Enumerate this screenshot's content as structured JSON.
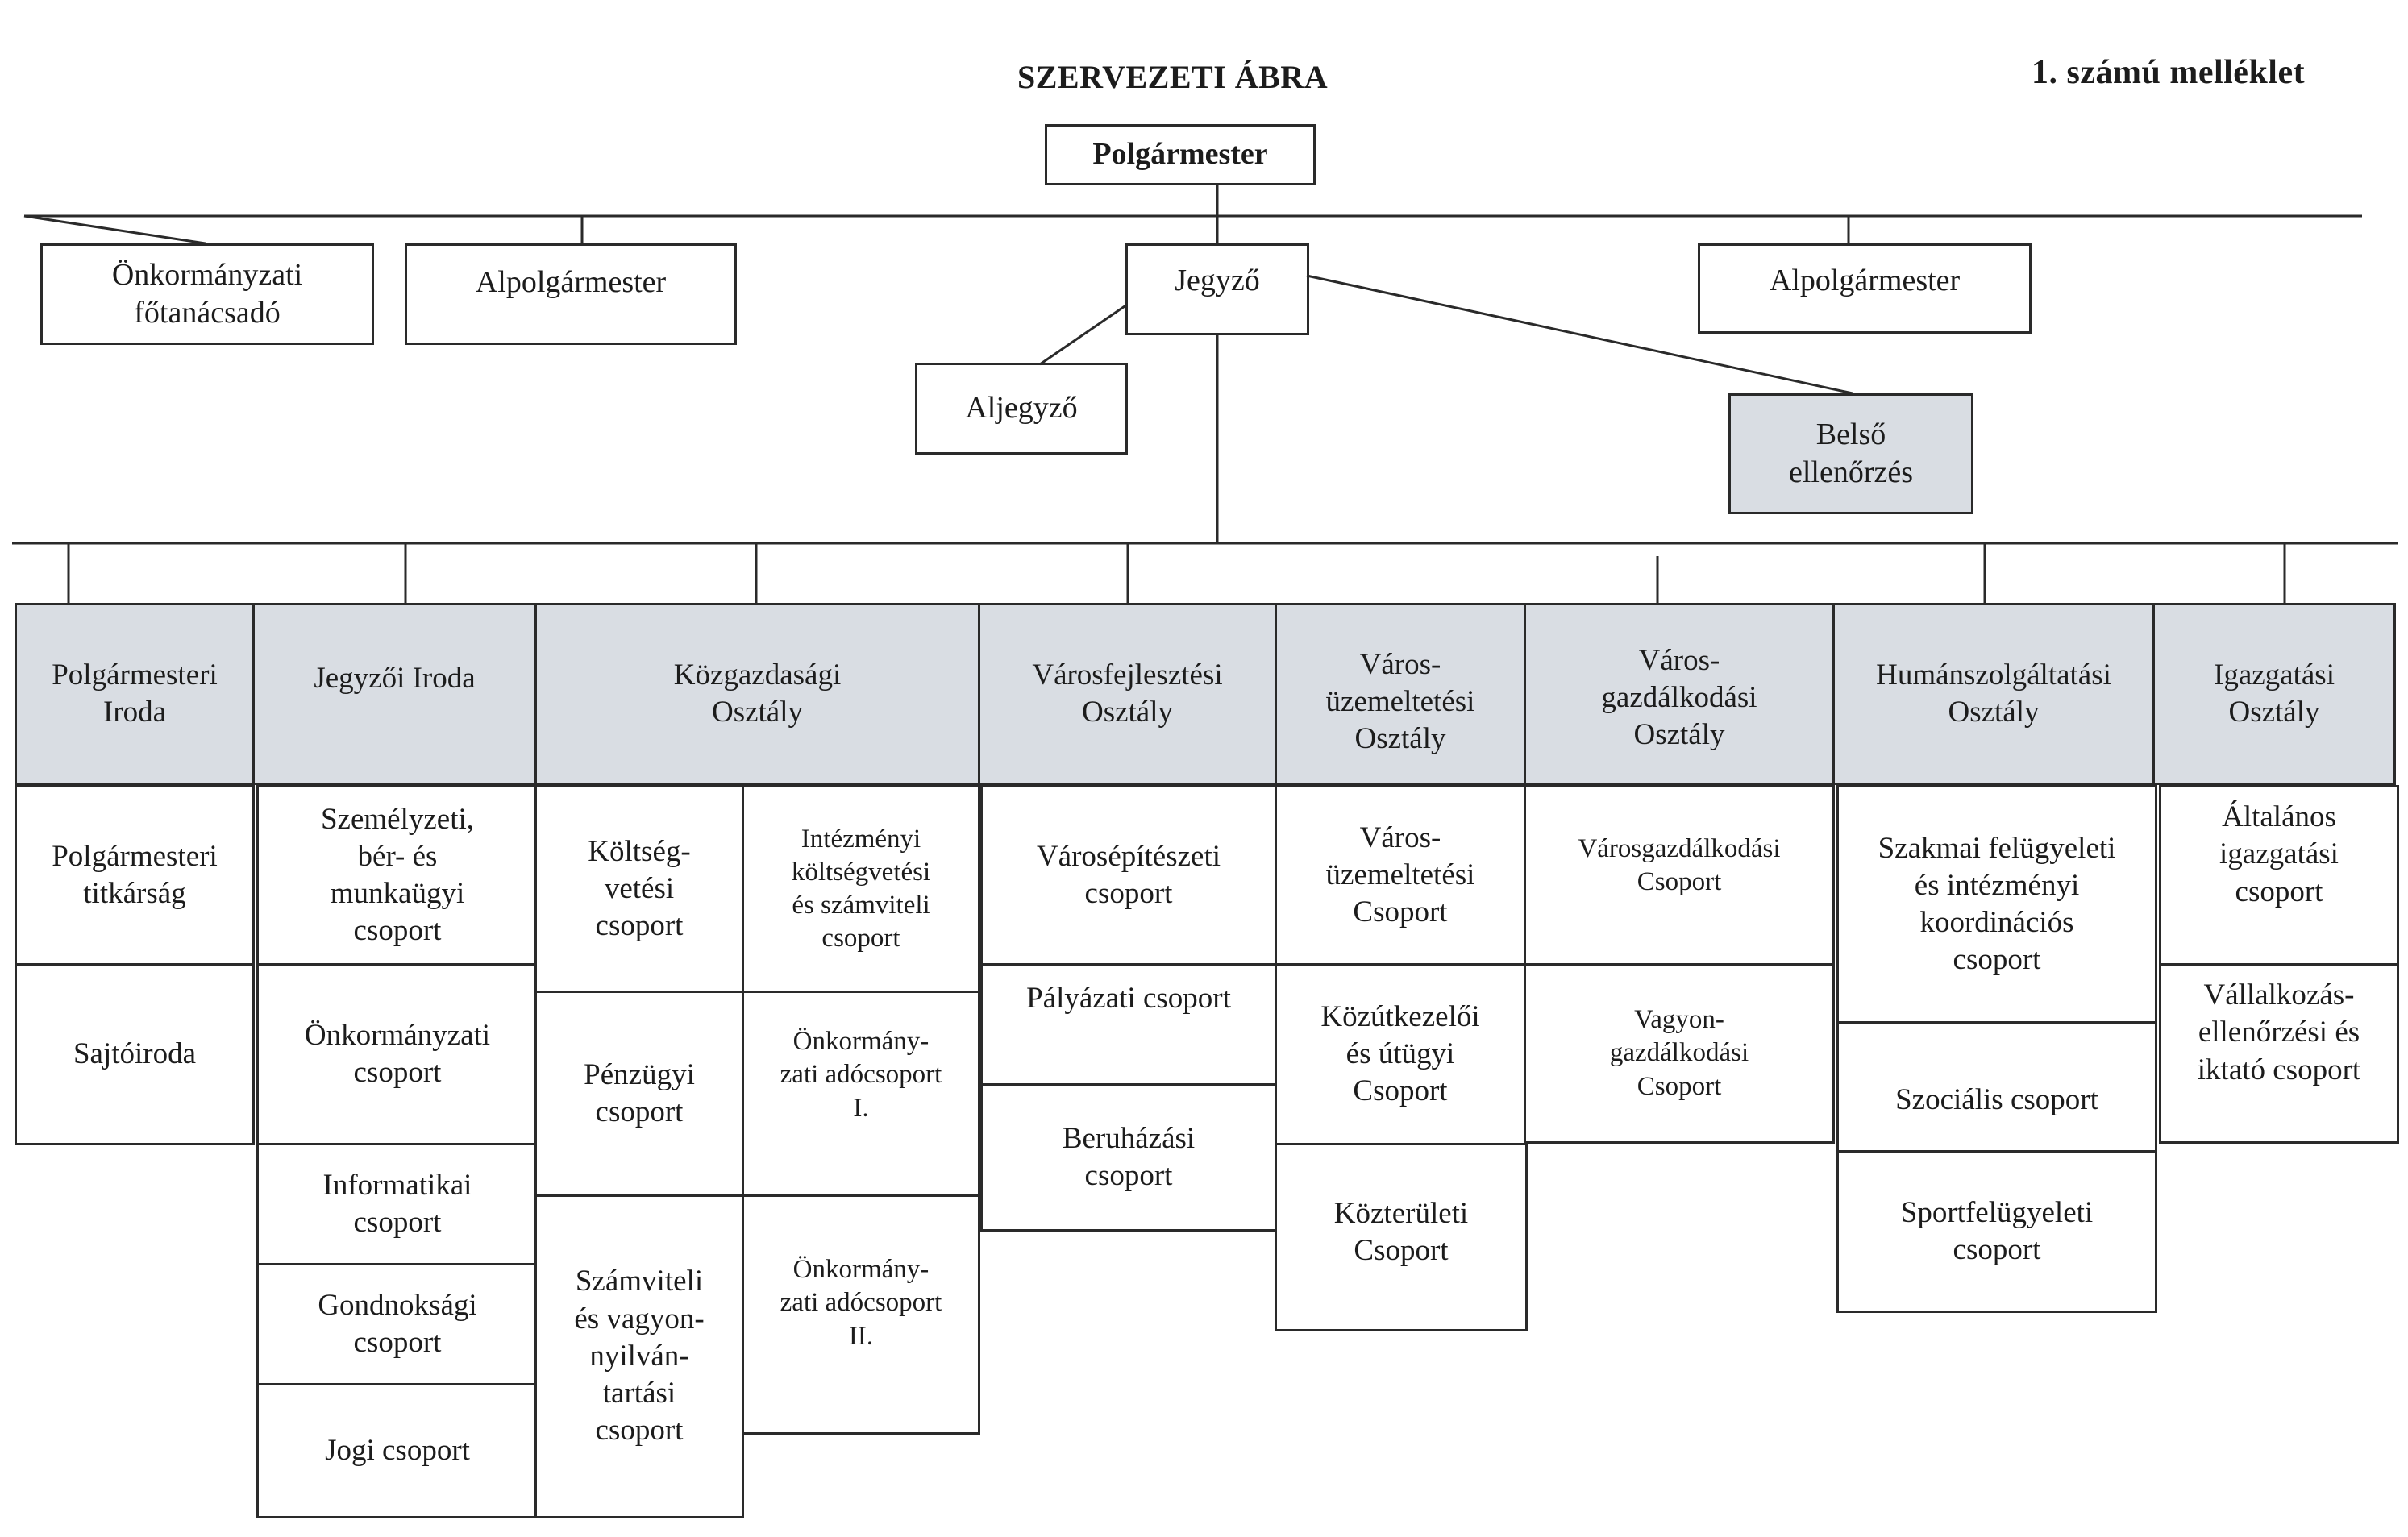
{
  "header": {
    "title": "SZERVEZETI ÁBRA",
    "annex": "1. számú melléklet"
  },
  "leadership": {
    "mayor": "Polgármester",
    "chief_advisor": "Önkormányzati\nfőtanácsadó",
    "deputy_mayor_1": "Alpolgármester",
    "notary": "Jegyző",
    "deputy_mayor_2": "Alpolgármester",
    "deputy_notary": "Aljegyző",
    "internal_audit": "Belső\nellenőrzés"
  },
  "departments": [
    {
      "name": "Polgármesteri\nIroda",
      "units": [
        "Polgármesteri\ntitkárság",
        "Sajtóiroda"
      ]
    },
    {
      "name": "Jegyzői Iroda",
      "units": [
        "Személyzeti,\nbér- és\nmunkaügyi\ncsoport",
        "Önkormányzati\ncsoport",
        "Informatikai\ncsoport",
        "Gondnoksági\ncsoport",
        "Jogi csoport"
      ]
    },
    {
      "name": "Közgazdasági\nOsztály",
      "units_left": [
        "Költség-\nvetési\ncsoport",
        "Pénzügyi\ncsoport",
        "Számviteli\nés vagyon-\nnyilván-\ntartási\ncsoport"
      ],
      "units_right": [
        "Intézményi\nköltségvetési\nés számviteli\ncsoport",
        "Önkormány-\nzati adócsoport\nI.",
        "Önkormány-\nzati adócsoport\nII."
      ]
    },
    {
      "name": "Városfejlesztési\nOsztály",
      "units": [
        "Városépítészeti\ncsoport",
        "Pályázati csoport",
        "Beruházási\ncsoport"
      ]
    },
    {
      "name": "Város-\nüzemeltetési\nOsztály",
      "units": [
        "Város-\nüzemeltetési\nCsoport",
        "Közútkezelői\nés útügyi\nCsoport",
        "Közterületi\nCsoport"
      ]
    },
    {
      "name": "Város-\ngazdálkodási\nOsztály",
      "units": [
        "Városgazdálkodási\nCsoport",
        "Vagyon-\ngazdálkodási\nCsoport"
      ]
    },
    {
      "name": "Humánszolgáltatási\nOsztály",
      "units": [
        "Szakmai felügyeleti\nés intézményi\nkoordinációs\ncsoport",
        "Szociális csoport",
        "Sportfelügyeleti\ncsoport"
      ]
    },
    {
      "name": "Igazgatási\nOsztály",
      "units": [
        "Általános\nigazgatási\ncsoport",
        "Vállalkozás-\nellenőrzési és\niktató csoport"
      ]
    }
  ]
}
